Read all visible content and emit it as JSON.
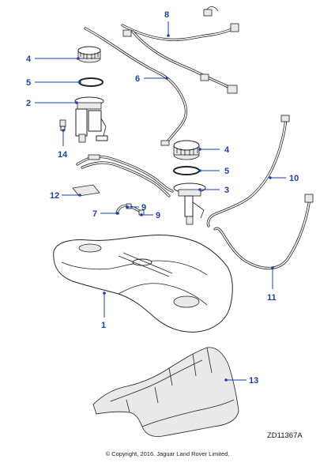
{
  "diagram": {
    "reference_code": "ZD11367A",
    "copyright": "© Copyright, 2016. Jaguar Land Rover Limited.",
    "accent_color": "#1a3fb0",
    "callouts": [
      {
        "id": "c1",
        "label": "1",
        "part": "fuel-tank"
      },
      {
        "id": "c2",
        "label": "2",
        "part": "fuel-pump-module"
      },
      {
        "id": "c3",
        "label": "3",
        "part": "fuel-level-sender"
      },
      {
        "id": "c4a",
        "label": "4",
        "part": "lock-ring"
      },
      {
        "id": "c4b",
        "label": "4",
        "part": "lock-ring"
      },
      {
        "id": "c5a",
        "label": "5",
        "part": "seal"
      },
      {
        "id": "c5b",
        "label": "5",
        "part": "seal"
      },
      {
        "id": "c6",
        "label": "6",
        "part": "fuel-line"
      },
      {
        "id": "c7",
        "label": "7",
        "part": "hose"
      },
      {
        "id": "c8",
        "label": "8",
        "part": "wiring-harness"
      },
      {
        "id": "c9a",
        "label": "9",
        "part": "clip"
      },
      {
        "id": "c9b",
        "label": "9",
        "part": "clip"
      },
      {
        "id": "c10",
        "label": "10",
        "part": "vent-pipe"
      },
      {
        "id": "c11",
        "label": "11",
        "part": "filler-pipe"
      },
      {
        "id": "c12",
        "label": "12",
        "part": "label"
      },
      {
        "id": "c13",
        "label": "13",
        "part": "heat-shield"
      },
      {
        "id": "c14",
        "label": "14",
        "part": "sensor"
      }
    ]
  }
}
